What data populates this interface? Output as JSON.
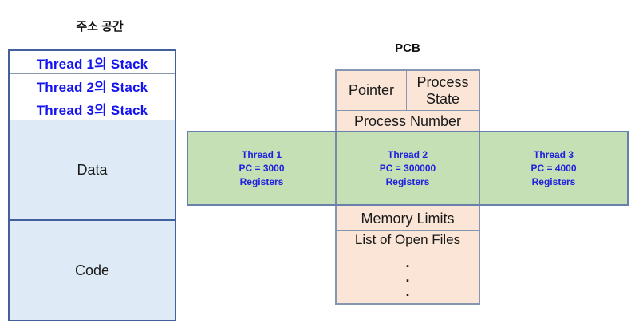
{
  "page": {
    "background": "#ffffff"
  },
  "address_space": {
    "title": "주소 공간",
    "stack_rows": [
      {
        "label": "Thread 1의 Stack"
      },
      {
        "label": "Thread 2의 Stack"
      },
      {
        "label": "Thread 3의 Stack"
      }
    ],
    "sections": [
      {
        "label": "Data"
      },
      {
        "label": "Code"
      }
    ],
    "colors": {
      "fill": "#deebf7",
      "stack_fill": "#ffffff",
      "stack_text": "#1414f0",
      "border": "#41609c",
      "separator": "#8496b0"
    }
  },
  "pcb": {
    "title": "PCB",
    "cells": {
      "pointer": "Pointer",
      "process_state": "Process State",
      "process_number": "Process Number",
      "memory_limits": "Memory Limits",
      "open_files": "List of Open Files",
      "dots": [
        ".",
        ".",
        "."
      ]
    },
    "colors": {
      "fill": "#fbe5d6",
      "border": "#8496b0",
      "text": "#1a1a1a"
    }
  },
  "threads_band": {
    "threads": [
      {
        "name": "Thread 1",
        "pc": "PC = 3000",
        "registers": "Registers"
      },
      {
        "name": "Thread 2",
        "pc": "PC = 300000",
        "registers": "Registers"
      },
      {
        "name": "Thread 3",
        "pc": "PC = 4000",
        "registers": "Registers"
      }
    ],
    "colors": {
      "fill": "#c5e0b4",
      "border": "#6780ac",
      "text": "#2020df"
    }
  }
}
